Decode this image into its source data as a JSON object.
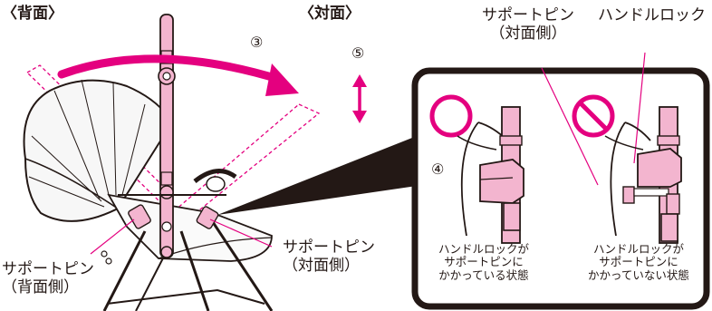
{
  "labels": {
    "back": "〈背面〉",
    "front": "〈対面〉",
    "support_pin_front_top": "サポートピン",
    "support_pin_front_top_sub": "（対面側）",
    "handle_lock": "ハンドルロック",
    "support_pin_front_right": "サポートピン",
    "support_pin_front_right_sub": "（対面側）",
    "support_pin_back": "サポートピン",
    "support_pin_back_sub": "（背面側）"
  },
  "steps": {
    "step3": "③",
    "step4": "④",
    "step5": "⑤"
  },
  "captions": {
    "correct_line1": "ハンドルロックが",
    "correct_line2": "サポートピンに",
    "correct_line3": "かかっている状態",
    "wrong_line1": "ハンドルロックが",
    "wrong_line2": "サポートピンに",
    "wrong_line3": "かかっていない状態"
  },
  "colors": {
    "accent": "#e4007f",
    "pink_fill": "#f3b5cf",
    "line": "#231815",
    "canopy": "#555555"
  },
  "icons": {
    "correct": "circle-ok-icon",
    "wrong": "prohibited-icon"
  }
}
